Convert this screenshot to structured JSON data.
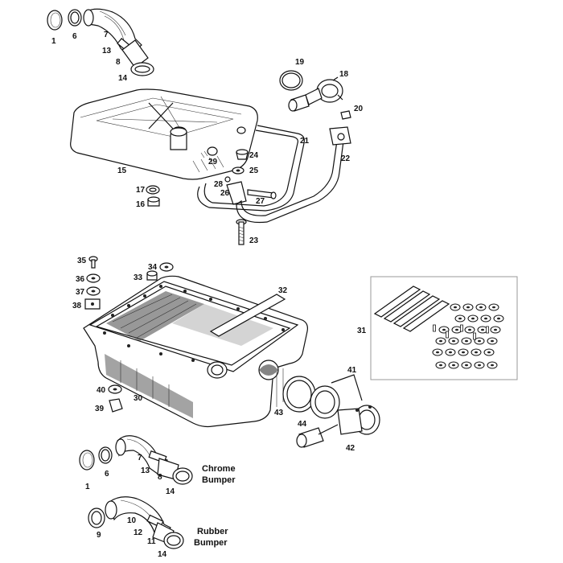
{
  "labels": {
    "top_1": "1",
    "top_6": "6",
    "top_7": "7",
    "top_13": "13",
    "top_8": "8",
    "top_14": "14",
    "p15": "15",
    "p16": "16",
    "p17": "17",
    "p18": "18",
    "p19": "19",
    "p20": "20",
    "p21": "21",
    "p22": "22",
    "p23": "23",
    "p24": "24",
    "p25": "25",
    "p26": "26",
    "p27": "27",
    "p28": "28",
    "p29": "29",
    "p30": "30",
    "p31": "31",
    "p32": "32",
    "p33": "33",
    "p34": "34",
    "p35": "35",
    "p36": "36",
    "p37": "37",
    "p38": "38",
    "p39": "39",
    "p40": "40",
    "p41": "41",
    "p42": "42",
    "p43": "43",
    "p44": "44",
    "cb_1": "1",
    "cb_6": "6",
    "cb_7": "7",
    "cb_13": "13",
    "cb_8": "8",
    "cb_14": "14",
    "rb_9": "9",
    "rb_10": "10",
    "rb_11": "11",
    "rb_12": "12",
    "rb_14": "14"
  },
  "captions": {
    "chrome_line1": "Chrome",
    "chrome_line2": "Bumper",
    "rubber_line1": "Rubber",
    "rubber_line2": "Bumper"
  }
}
